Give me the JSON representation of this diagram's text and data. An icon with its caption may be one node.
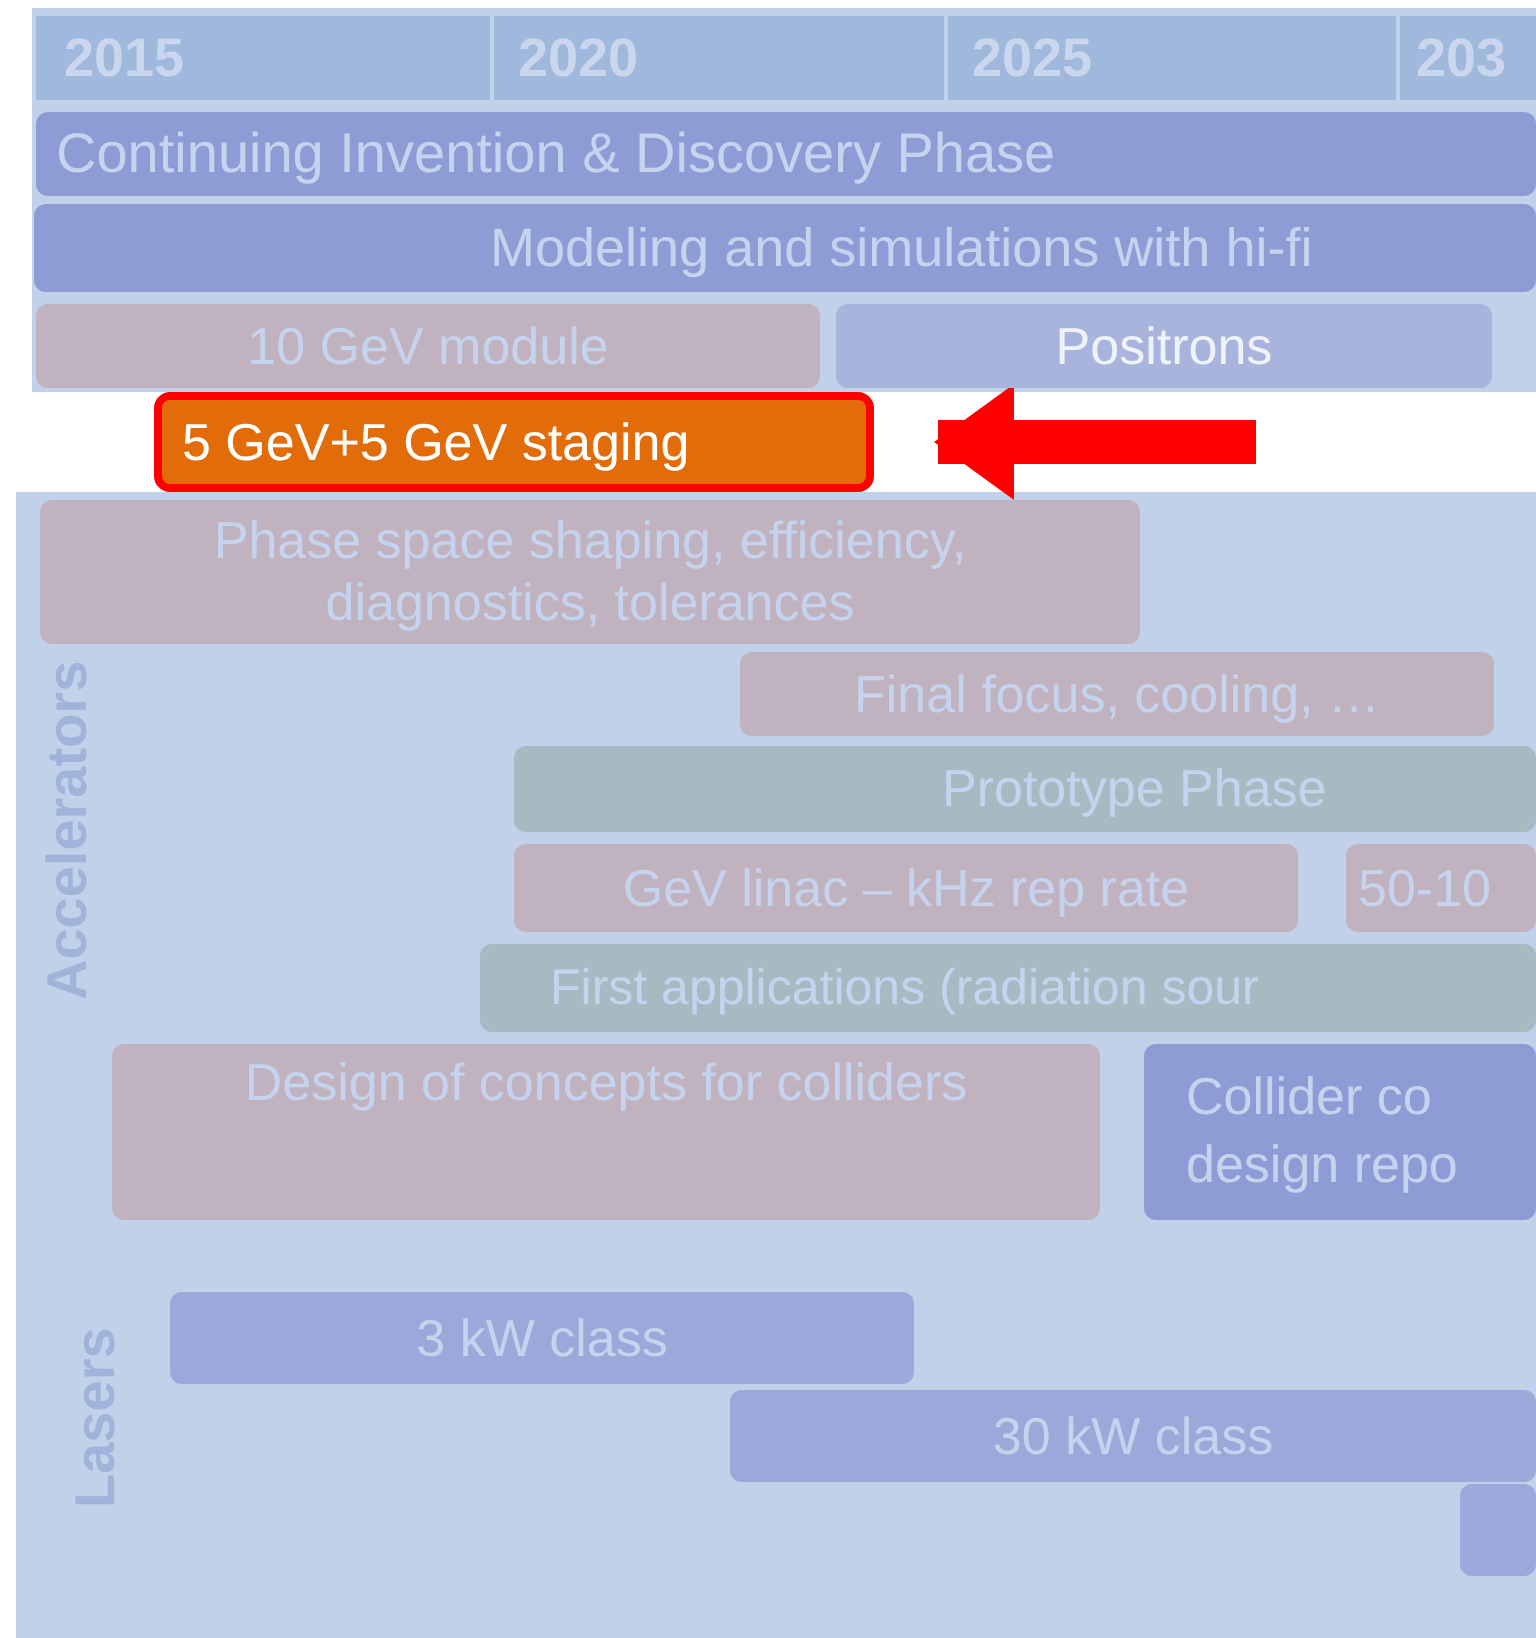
{
  "diagram": {
    "nodes": [
      {
        "text": [
          "2015"
        ]
      },
      {
        "text": [
          "2020"
        ]
      },
      {
        "text": [
          "2025"
        ]
      },
      {
        "text": [
          "203"
        ]
      },
      {
        "text": [
          "Continuing Invention & Discovery Phase"
        ]
      },
      {
        "text": [
          "Modeling and simulations with hi-fi"
        ]
      },
      {
        "text": [
          "10 GeV module"
        ]
      },
      {
        "text": [
          "Positrons"
        ]
      },
      {
        "text": [
          "5 GeV+5 GeV staging"
        ]
      },
      {
        "text": [
          "Phase space shaping, efficiency, diagnostics, tolerances"
        ]
      },
      {
        "text": [
          "Final focus, cooling, …"
        ]
      },
      {
        "text": [
          "Prototype Phase"
        ]
      },
      {
        "text": [
          "GeV linac – kHz rep rate"
        ]
      },
      {
        "text": [
          "50-10"
        ]
      },
      {
        "text": [
          "First applications (radiation sour"
        ]
      },
      {
        "text": [
          "Design of concepts for colliders"
        ]
      },
      {
        "text": [
          "Collider co design repo"
        ]
      },
      {
        "text": [
          "3 kW class"
        ]
      },
      {
        "text": [
          "30 kW class"
        ]
      },
      {
        "text": [],
        "shape": "bar"
      }
    ],
    "edges": [
      {
        "from": null,
        "to": 8,
        "arrow": "to",
        "color": "#ff0000"
      }
    ],
    "labels": [
      "Accelerators",
      "Lasers"
    ]
  }
}
